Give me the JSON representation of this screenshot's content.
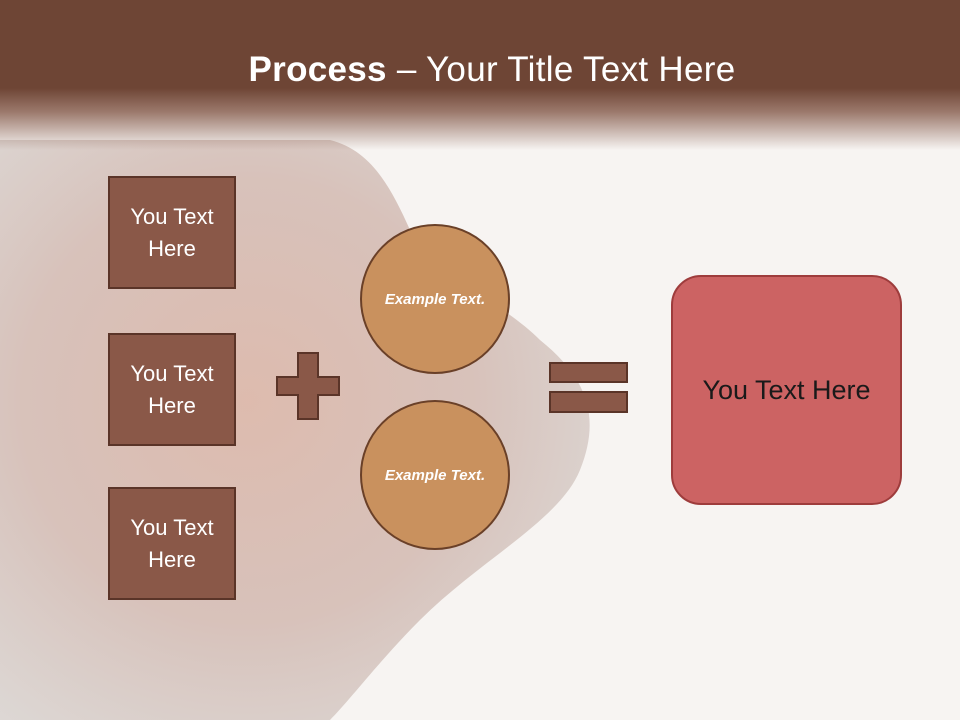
{
  "header": {
    "title_bold": "Process",
    "title_rest": " – Your Title Text Here"
  },
  "inputs": [
    {
      "label": "You Text Here"
    },
    {
      "label": "You Text Here"
    },
    {
      "label": "You Text Here"
    }
  ],
  "circles": [
    {
      "label": "Example Text."
    },
    {
      "label": "Example Text."
    }
  ],
  "operators": {
    "plus": "plus-icon",
    "equals": "equals-icon"
  },
  "result": {
    "label": "You Text Here"
  },
  "colors": {
    "header": "#6e4535",
    "box_fill": "#8a5848",
    "circle_fill": "#c9915e",
    "operator_fill": "#8a5848",
    "result_fill": "#cc6363",
    "background": "#f7f4f2"
  }
}
